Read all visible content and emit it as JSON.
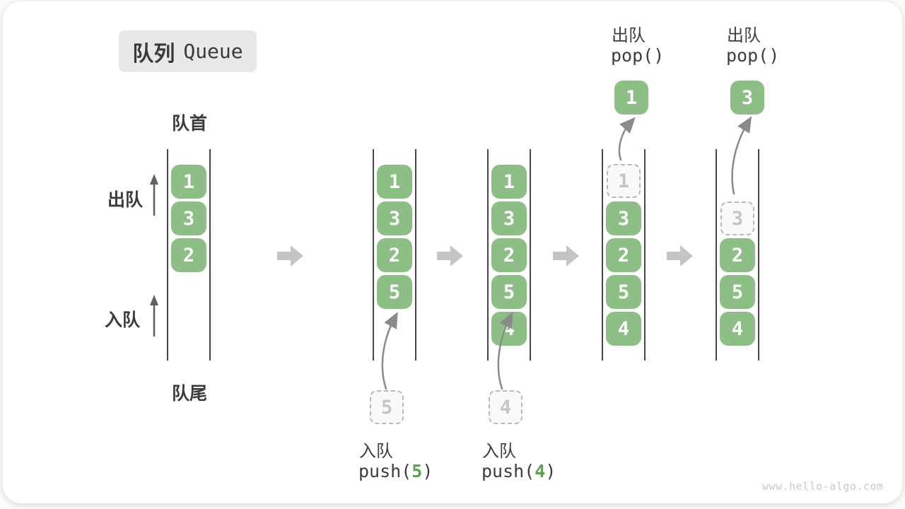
{
  "title": {
    "zh": "队列",
    "en": "Queue"
  },
  "watermark": "www.hello-algo.com",
  "side_labels": {
    "front": "队首",
    "rear": "队尾",
    "dequeue": "出队",
    "enqueue": "入队"
  },
  "operations": {
    "push1": {
      "label": "入队",
      "code_open": "push(",
      "arg": "5",
      "code_close": ")"
    },
    "push2": {
      "label": "入队",
      "code_open": "push(",
      "arg": "4",
      "code_close": ")"
    },
    "pop1": {
      "label": "出队",
      "code": "pop()"
    },
    "pop2": {
      "label": "出队",
      "code": "pop()"
    }
  },
  "queue_states": [
    {
      "boxes": [
        "1",
        "3",
        "2"
      ]
    },
    {
      "boxes": [
        "1",
        "3",
        "2",
        "5"
      ],
      "incoming": "5"
    },
    {
      "boxes": [
        "1",
        "3",
        "2",
        "5",
        "4"
      ],
      "incoming": "4"
    },
    {
      "removed": "1",
      "boxes": [
        "3",
        "2",
        "5",
        "4"
      ],
      "popped": "1"
    },
    {
      "removed": "3",
      "boxes": [
        "2",
        "5",
        "4"
      ],
      "popped": "3"
    }
  ],
  "colors": {
    "element_green": "#8cbe85",
    "code_arg_green": "#5ea152",
    "badge_bg": "#e8e8e8",
    "text_dark": "#3b3b3b",
    "flow_arrow_gray": "#c5c5c5",
    "curved_arrow_gray": "#8a8a8a",
    "dashed_border_gray": "#b9b9b9",
    "watermark_gray": "#c9c9c9"
  }
}
